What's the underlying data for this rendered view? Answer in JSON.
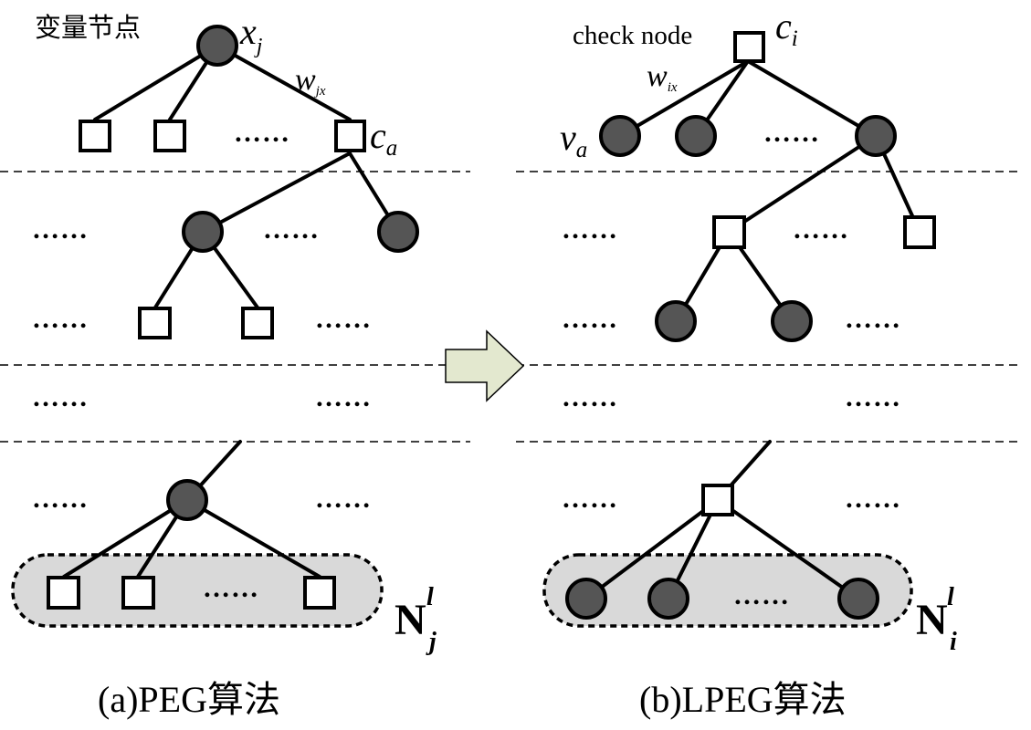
{
  "left_panel": {
    "corner_label": "变量节点",
    "root_label": "x",
    "root_sub": "j",
    "edge_label": "w",
    "edge_sub": "jx",
    "node_label": "c",
    "node_sub": "a",
    "group_label": "N",
    "group_sub": "j",
    "group_sup": "l",
    "caption": "(a)PEG算法"
  },
  "right_panel": {
    "corner_label": "check node",
    "root_label": "c",
    "root_sub": "i",
    "edge_label": "w",
    "edge_sub": "ix",
    "node_label": "v",
    "node_sub": "a",
    "group_label": "N",
    "group_sub": "i",
    "group_sup": "l",
    "caption": "(b)LPEG算法"
  },
  "ellipsis": "……",
  "colors": {
    "variable_node": "#555555",
    "check_node": "#ffffff",
    "group_fill": "#d9d9d9",
    "arrow_fill": "#e3e8cf"
  }
}
